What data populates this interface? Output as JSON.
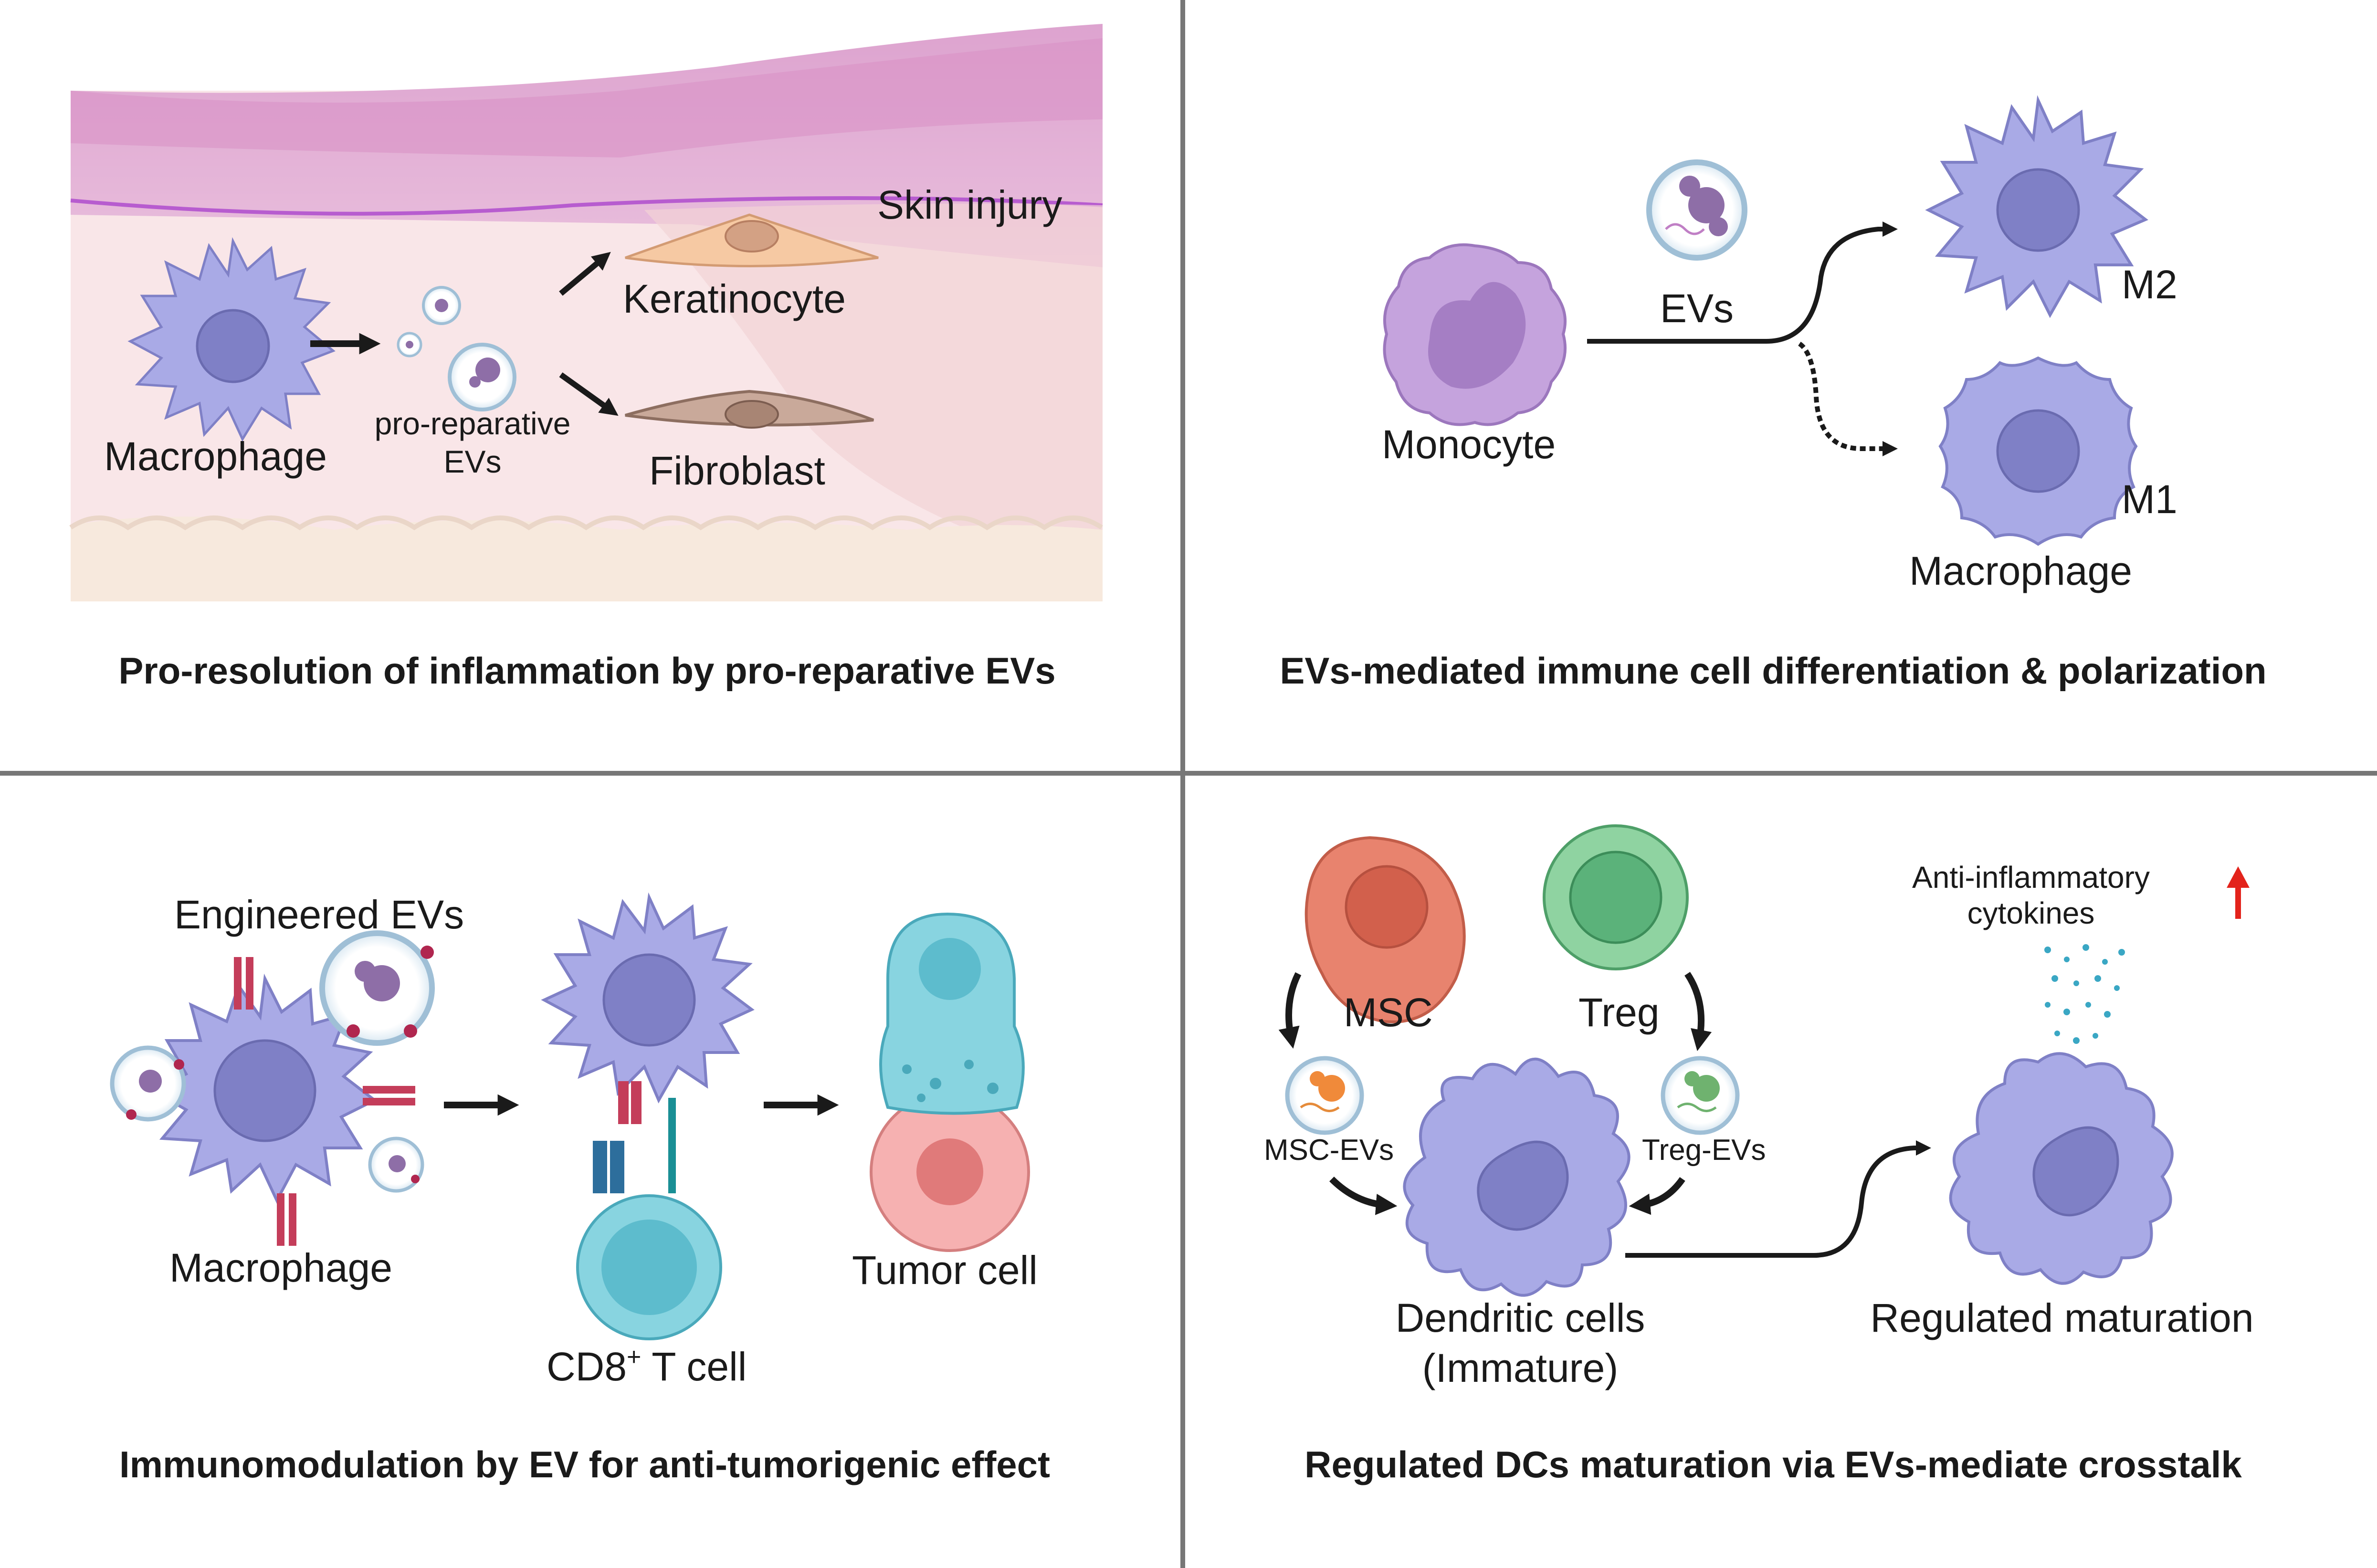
{
  "panels": {
    "top_left": {
      "caption": "Pro-resolution of inflammation by pro-reparative EVs",
      "labels": {
        "skin_injury": "Skin injury",
        "keratinocyte": "Keratinocyte",
        "macrophage": "Macrophage",
        "pro_reparative_line1": "pro-reparative",
        "pro_reparative_line2": "EVs",
        "fibroblast": "Fibroblast"
      }
    },
    "top_right": {
      "caption": "EVs-mediated immune cell differentiation & polarization",
      "labels": {
        "evs": "EVs",
        "m2": "M2",
        "monocyte": "Monocyte",
        "m1": "M1",
        "macrophage": "Macrophage"
      }
    },
    "bottom_left": {
      "caption": "Immunomodulation by EV for anti-tumorigenic effect",
      "labels": {
        "engineered_evs": "Engineered EVs",
        "macrophage": "Macrophage",
        "cd8_main": "CD8",
        "cd8_sup": "+",
        "cd8_rest": " T cell",
        "tumor_cell": "Tumor cell"
      }
    },
    "bottom_right": {
      "caption": "Regulated DCs maturation via EVs-mediate crosstalk",
      "labels": {
        "anti_inflammatory_line1": "Anti-inflammatory",
        "anti_inflammatory_line2": "cytokines",
        "msc": "MSC",
        "treg": "Treg",
        "msc_evs": "MSC-EVs",
        "treg_evs": "Treg-EVs",
        "dendritic_line1": "Dendritic cells",
        "dendritic_line2": "(Immature)",
        "regulated_maturation": "Regulated maturation"
      }
    }
  },
  "colors": {
    "divider": "#777777",
    "macrophage_fill": "#a9aae6",
    "macrophage_nucleus": "#7f80c6",
    "monocyte_fill": "#c5a3dd",
    "msc_fill": "#e8836e",
    "treg_fill": "#8fd3a1",
    "tcell_fill": "#88d4e0",
    "tumor_fill": "#f6b1b1",
    "up_arrow": "#e3231b"
  }
}
